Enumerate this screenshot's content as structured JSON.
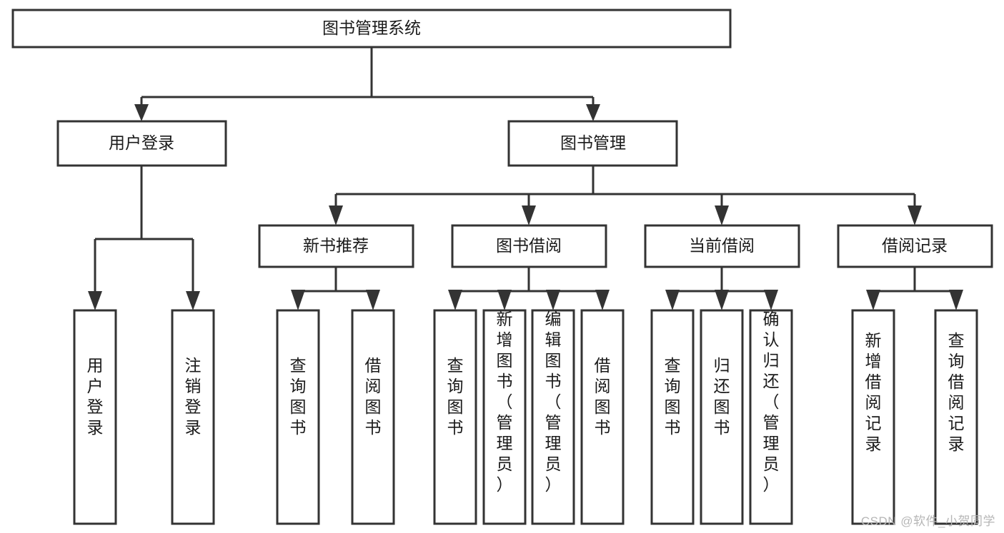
{
  "diagram": {
    "type": "tree-hierarchy",
    "title": "图书管理系统",
    "root": {
      "id": "root",
      "label": "图书管理系统"
    },
    "level1": [
      {
        "id": "user-login",
        "label": "用户登录"
      },
      {
        "id": "book-manage",
        "label": "图书管理"
      }
    ],
    "level2": [
      {
        "id": "new-book-rec",
        "label": "新书推荐",
        "parent": "book-manage"
      },
      {
        "id": "book-borrow",
        "label": "图书借阅",
        "parent": "book-manage"
      },
      {
        "id": "current-borrow",
        "label": "当前借阅",
        "parent": "book-manage"
      },
      {
        "id": "borrow-record",
        "label": "借阅记录",
        "parent": "book-manage"
      }
    ],
    "leaves": {
      "user_login": [
        {
          "id": "leaf-user-login",
          "label": "用户登录"
        },
        {
          "id": "leaf-user-logout",
          "label": "注销登录"
        }
      ],
      "new_book_rec": [
        {
          "id": "leaf-query-book-1",
          "label": "查询图书"
        },
        {
          "id": "leaf-borrow-book-1",
          "label": "借阅图书"
        }
      ],
      "book_borrow": [
        {
          "id": "leaf-query-book-2",
          "label": "查询图书"
        },
        {
          "id": "leaf-add-book",
          "label": "新增图书（管理员）"
        },
        {
          "id": "leaf-edit-book",
          "label": "编辑图书（管理员）"
        },
        {
          "id": "leaf-borrow-book-2",
          "label": "借阅图书"
        }
      ],
      "current_borrow": [
        {
          "id": "leaf-query-book-3",
          "label": "查询图书"
        },
        {
          "id": "leaf-return-book",
          "label": "归还图书"
        },
        {
          "id": "leaf-confirm-return",
          "label": "确认归还（管理员）"
        }
      ],
      "borrow_record": [
        {
          "id": "leaf-add-record",
          "label": "新增借阅记录"
        },
        {
          "id": "leaf-query-record",
          "label": "查询借阅记录"
        }
      ]
    }
  },
  "watermark": {
    "text": "CSDN @软件_小贺同学"
  },
  "colors": {
    "stroke": "#333333",
    "box_fill": "#ffffff",
    "text": "#1a1a1a",
    "background": "#ffffff",
    "watermark": "#b6b6b6"
  }
}
